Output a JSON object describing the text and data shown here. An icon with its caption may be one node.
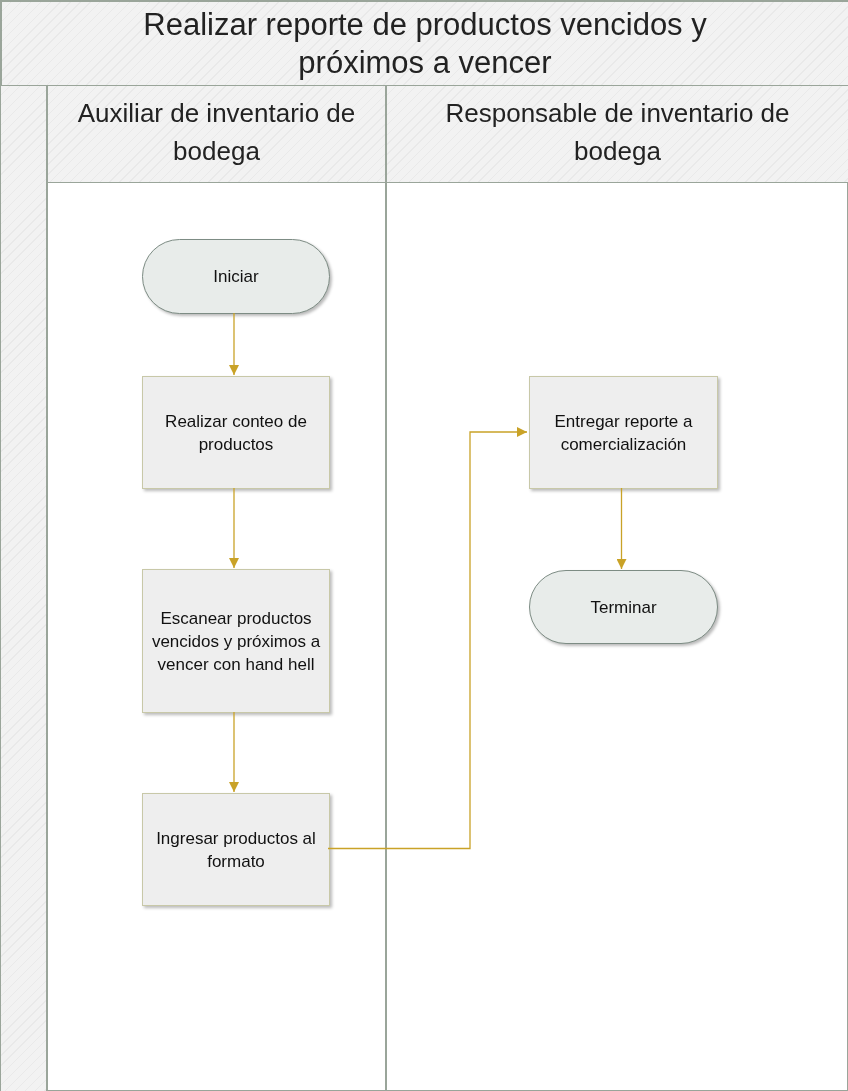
{
  "diagram": {
    "nodes": [
      {
        "text": [
          "Realizar reporte de productos vencidos y próximos a vencer"
        ]
      },
      {
        "text": [
          "Auxiliar de inventario de bodega"
        ],
        "in": 0
      },
      {
        "text": [
          "Responsable de inventario de bodega"
        ],
        "in": 0
      },
      {
        "text": [
          "Iniciar"
        ],
        "in": 1
      },
      {
        "text": [
          "Realizar conteo de productos"
        ],
        "in": 1
      },
      {
        "text": [
          "Escanear productos vencidos y próximos a vencer con hand hell"
        ],
        "in": 1
      },
      {
        "text": [
          "Ingresar productos al formato"
        ],
        "in": 1
      },
      {
        "text": [
          "Entregar reporte a comercialización"
        ],
        "in": 2
      },
      {
        "text": [
          "Terminar"
        ],
        "in": 2
      }
    ],
    "edges": [
      {
        "from": 3,
        "to": 4,
        "arrow": "to"
      },
      {
        "from": 4,
        "to": 5,
        "arrow": "to"
      },
      {
        "from": 5,
        "to": 6,
        "arrow": "to"
      },
      {
        "from": 6,
        "to": 7,
        "arrow": "to"
      },
      {
        "from": 7,
        "to": 8,
        "arrow": "to"
      }
    ]
  }
}
